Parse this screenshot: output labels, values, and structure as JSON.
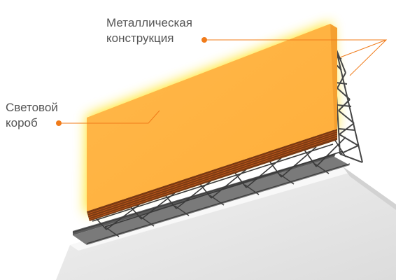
{
  "callouts": {
    "metal_structure": {
      "line1": "Металлическая",
      "line2": "конструкция"
    },
    "light_box": {
      "line1": "Световой",
      "line2": "короб"
    }
  },
  "colors": {
    "box_face": "#ffb340",
    "box_glow": "#ffe000",
    "accent_orange": "#f07b1a",
    "structure_dark": "#4a4a4a",
    "label_text": "#555555",
    "building_gray": "#e6e6e6"
  }
}
